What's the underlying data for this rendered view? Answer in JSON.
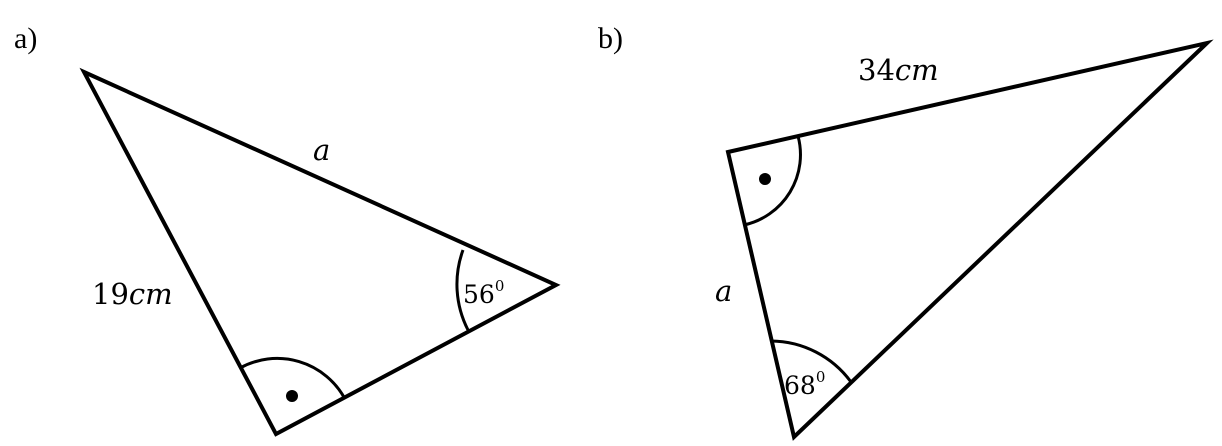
{
  "figure_a": {
    "part_label": "a)",
    "side_hyp": {
      "value": "a"
    },
    "side_left": {
      "number": "19",
      "unit": "cm"
    },
    "angle_right": {
      "degrees": "56",
      "sup": "0"
    }
  },
  "figure_b": {
    "part_label": "b)",
    "side_top": {
      "number": "34",
      "unit": "cm"
    },
    "side_left": {
      "value": "a"
    },
    "angle_bottom": {
      "degrees": "68",
      "sup": "0"
    }
  }
}
